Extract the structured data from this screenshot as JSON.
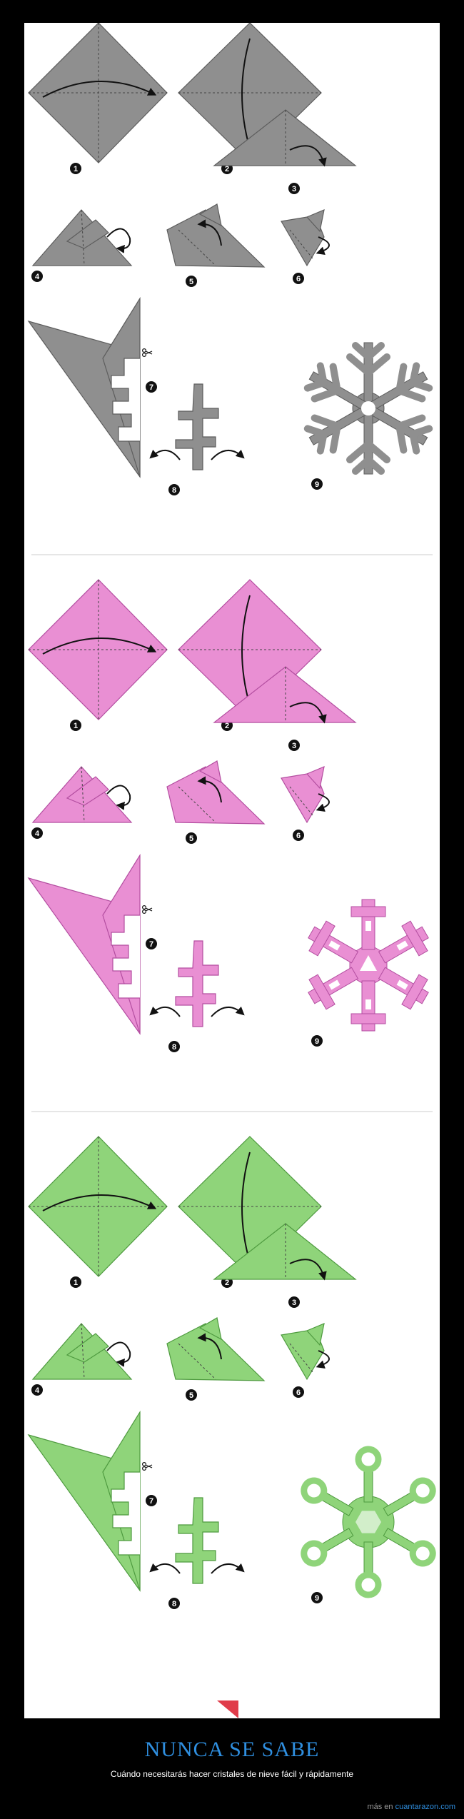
{
  "sections": [
    {
      "name": "gray",
      "fill": "#8f8f8f",
      "stroke": "#5d5d5d",
      "snowflake": "gray-flake"
    },
    {
      "name": "pink",
      "fill": "#e98fd3",
      "stroke": "#b34ea0",
      "snowflake": "pink-flake"
    },
    {
      "name": "green",
      "fill": "#8fd47a",
      "stroke": "#4e9a3f",
      "snowflake": "green-flake"
    }
  ],
  "step_numbers": [
    "1",
    "2",
    "3",
    "4",
    "5",
    "6",
    "7",
    "8",
    "9"
  ],
  "scissors_icon": "scissors-icon",
  "title": "NUNCA SE SABE",
  "subtitle": "Cuándo necesitarás hacer cristales de nieve fácil y rápidamente",
  "footer": {
    "prefix": "más en",
    "link": "cuantarazon.com"
  }
}
